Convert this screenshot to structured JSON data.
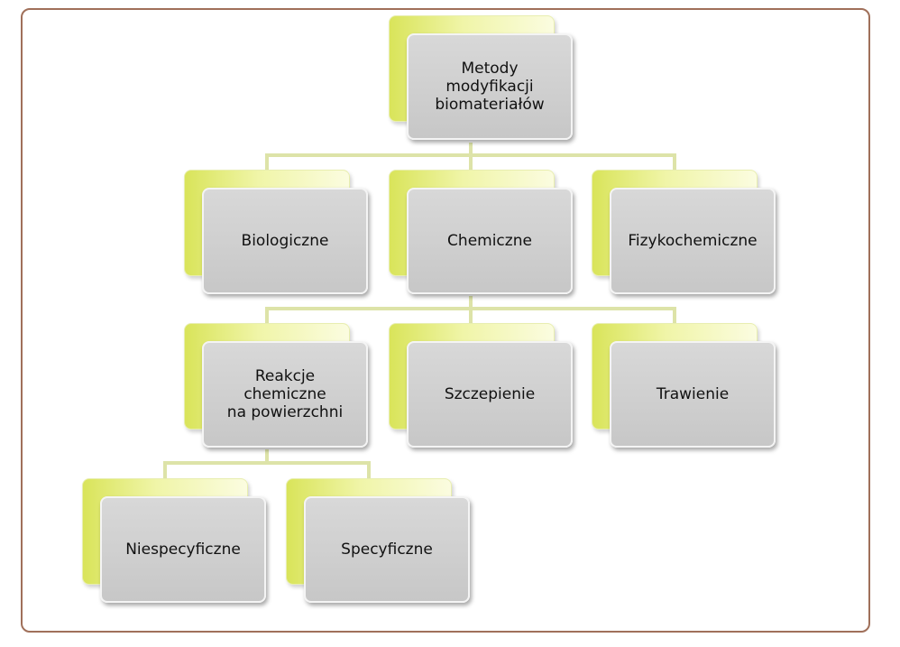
{
  "diagram": {
    "type": "hierarchy",
    "root": {
      "label": "Metody\nmodyfikacji\nbiomateriałów"
    },
    "level1": [
      {
        "label": "Biologiczne"
      },
      {
        "label": "Chemiczne"
      },
      {
        "label": "Fizykochemiczne"
      }
    ],
    "level2": [
      {
        "label": "Reakcje\nchemiczne\nna powierzchni"
      },
      {
        "label": "Szczepienie"
      },
      {
        "label": "Trawienie"
      }
    ],
    "level3": [
      {
        "label": "Niespecyficzne"
      },
      {
        "label": "Specyficzne"
      }
    ]
  },
  "colors": {
    "frame_border": "#a0705a",
    "connector": "#dde3a8",
    "back_card_yellow": "#e6ee78",
    "front_card_gray": "#d0d0d0"
  }
}
